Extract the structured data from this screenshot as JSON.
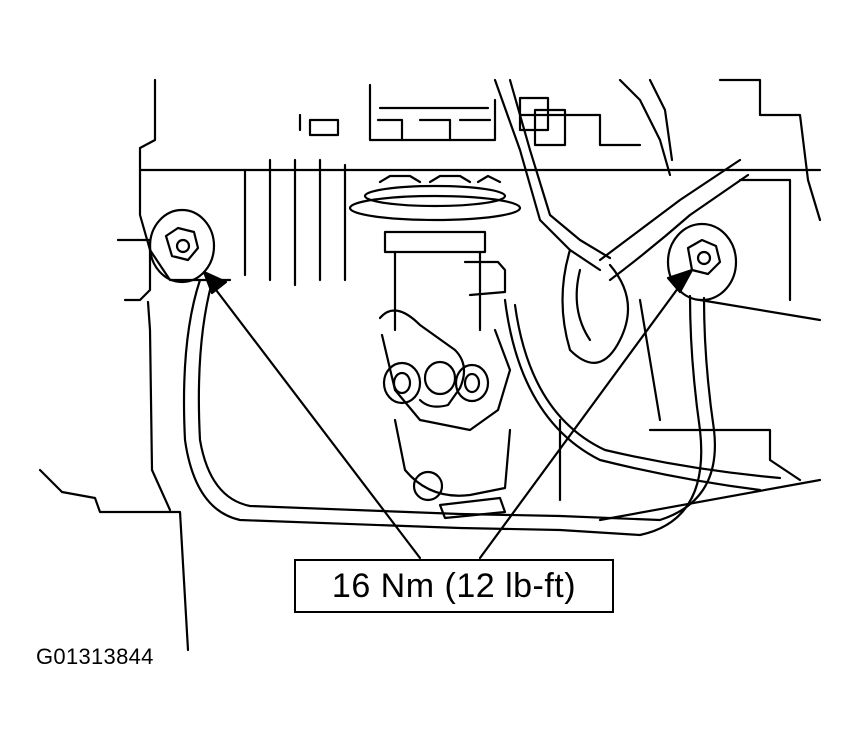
{
  "diagram": {
    "torque_label": "16 Nm (12 lb-ft)",
    "figure_id": "G01313844",
    "colors": {
      "line": "#000000",
      "background": "#ffffff"
    },
    "parts": [
      "mounting-bolt-left",
      "mounting-bolt-right",
      "steering-shaft-universal-joint",
      "ground-strap-left",
      "ground-strap-right",
      "wiring-harness"
    ]
  }
}
